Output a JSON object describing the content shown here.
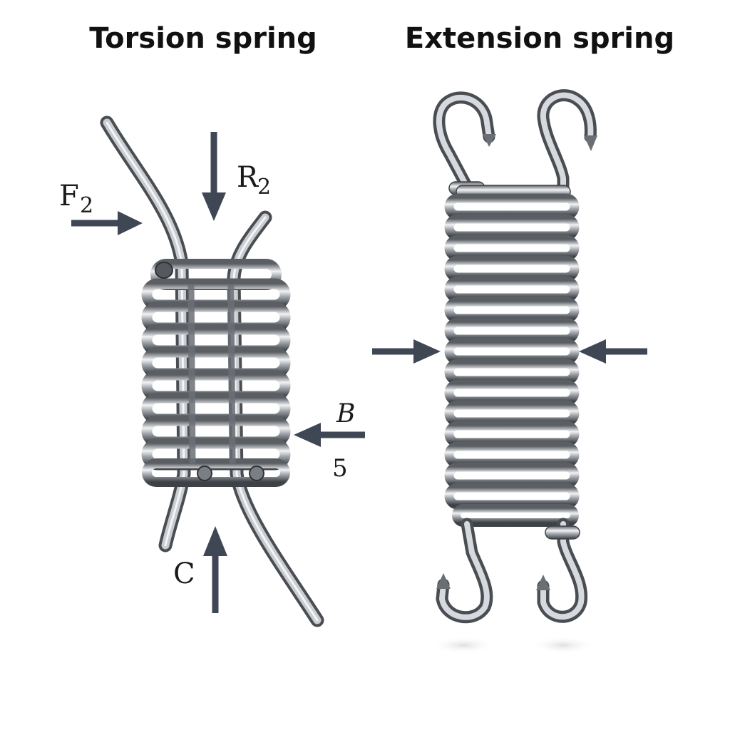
{
  "titles": {
    "torsion": "Torsion spring",
    "extension": "Extension spring"
  },
  "labels": {
    "f_main": "F",
    "f_sub": "2",
    "r_main": "R",
    "r_sub": "2",
    "b": "B",
    "five": "5",
    "c": "C"
  },
  "colors": {
    "arrow": "#3f4654",
    "steel_dark": "#4a4e53",
    "steel_mid": "#9aa0a6",
    "steel_light": "#eef0f2"
  }
}
